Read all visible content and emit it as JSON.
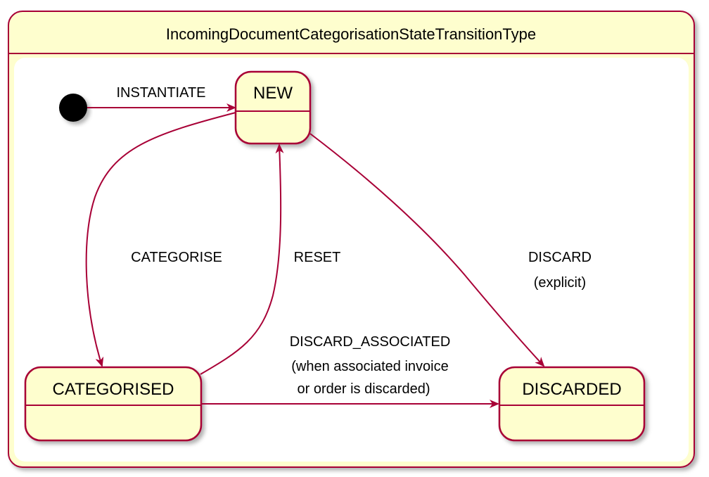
{
  "diagram": {
    "title": "IncomingDocumentCategorisationStateTransitionType",
    "states": {
      "new": "NEW",
      "categorised": "CATEGORISED",
      "discarded": "DISCARDED"
    },
    "transitions": {
      "instantiate": "INSTANTIATE",
      "categorise": "CATEGORISE",
      "reset": "RESET",
      "discard_line1": "DISCARD",
      "discard_line2": "(explicit)",
      "discard_associated_line1": "DISCARD_ASSOCIATED",
      "discard_associated_line2": "(when associated invoice",
      "discard_associated_line3": "or order is discarded)"
    },
    "colors": {
      "state_fill": "#FEFECE",
      "border": "#A80036",
      "container_bg": "#FFFFFF",
      "initial": "#000000"
    }
  }
}
